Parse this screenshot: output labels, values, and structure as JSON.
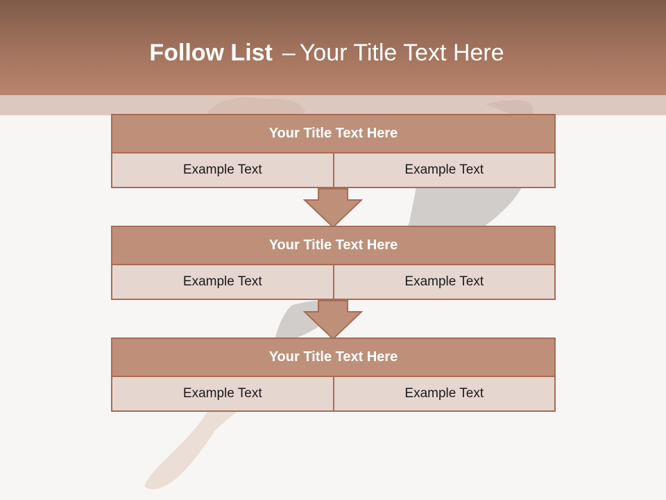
{
  "header": {
    "title_bold": "Follow List",
    "title_separator": "–",
    "title_rest": "Your Title Text Here"
  },
  "steps": [
    {
      "title": "Your Title Text Here",
      "cells": [
        "Example Text",
        "Example Text"
      ]
    },
    {
      "title": "Your Title Text Here",
      "cells": [
        "Example Text",
        "Example Text"
      ]
    },
    {
      "title": "Your Title Text Here",
      "cells": [
        "Example Text",
        "Example Text"
      ]
    }
  ],
  "colors": {
    "header_top": "#7e5c4a",
    "header_bottom": "#b9856d",
    "block_title": "#be9079",
    "block_border": "#a76c55",
    "block_cell": "#e6d6d0",
    "arrow": "#be9079"
  }
}
